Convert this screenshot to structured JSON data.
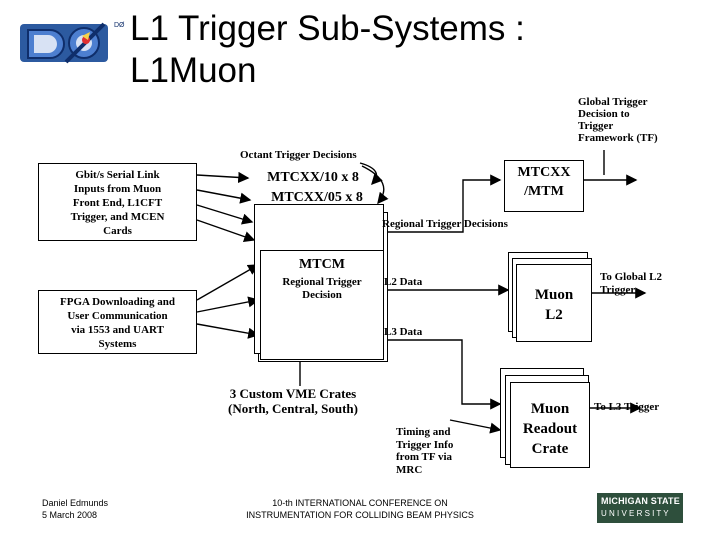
{
  "slide": {
    "title_line1": "L1 Trigger Sub-Systems :",
    "title_line2": "L1Muon",
    "logo_text": "DØ"
  },
  "diagram": {
    "global_trigger_label": [
      "Global Trigger",
      "Decision to",
      "Trigger",
      "Framework (TF)"
    ],
    "octant_label": "Octant Trigger Decisions",
    "mtcxx10": "MTCXX/10 x 8",
    "mtcxx05": "MTCXX/05 x 8",
    "mtcxx_mtm": [
      "MTCXX",
      "/MTM"
    ],
    "regional_trigger_label": "Regional Trigger Decisions",
    "serial_link_box": [
      "Gbit/s Serial Link",
      "Inputs from Muon",
      "Front End, L1CFT",
      "Trigger, and MCEN",
      "Cards"
    ],
    "fpga_box": [
      "FPGA Downloading and",
      "User Communication",
      "via 1553 and UART",
      "Systems"
    ],
    "mtcm_title": "MTCM",
    "mtcm_sub": [
      "Regional Trigger",
      "Decision"
    ],
    "l2_data": "L2 Data",
    "l3_data": "L3 Data",
    "muon_l2": [
      "Muon",
      "L2"
    ],
    "to_global_l2": [
      "To Global L2",
      "Trigger"
    ],
    "crates_label": [
      "3 Custom VME Crates",
      "(North, Central, South)"
    ],
    "muon_readout": [
      "Muon",
      "Readout",
      "Crate"
    ],
    "to_l3": "To L3 Trigger",
    "timing_label": [
      "Timing and",
      "Trigger Info",
      "from TF via",
      "MRC"
    ]
  },
  "footer": {
    "author": "Daniel Edmunds",
    "date": "5 March 2008",
    "conference_line1": "10-th INTERNATIONAL CONFERENCE ON",
    "conference_line2": "INSTRUMENTATION FOR COLLIDING BEAM PHYSICS",
    "university_line1": "MICHIGAN STATE",
    "university_line2": "U N I V E R S I T Y"
  }
}
